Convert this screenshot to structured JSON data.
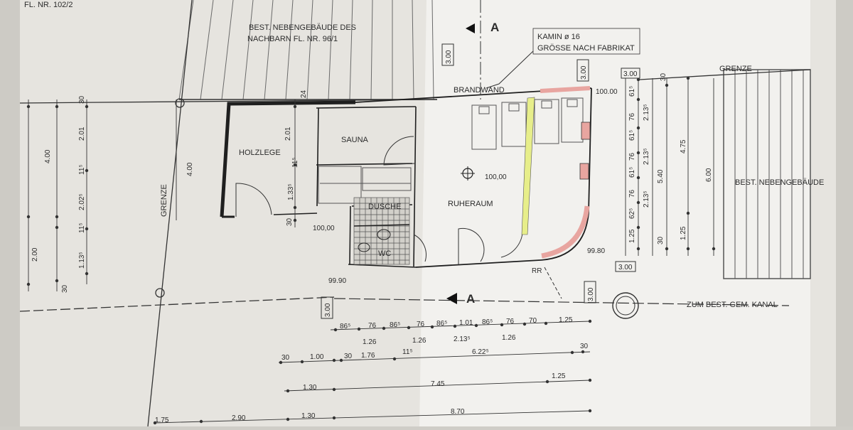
{
  "parcel_label": "FL. NR. 102/2",
  "neighbor_building": [
    "BEST. NEBENGEBÄUDE DES",
    "NACHBARN FL. NR. 96/1"
  ],
  "existing_building": "BEST. NEBENGEBÄUDE",
  "boundary": "GRENZE",
  "firewall": "BRANDWAND",
  "chimney": [
    "KAMIN ø 16",
    "GRÖSSE NACH FABRIKAT"
  ],
  "rooms": {
    "holzlege": "HOLZLEGE",
    "sauna": "SAUNA",
    "dusche": "DUSCHE",
    "wc": "WC",
    "ruheraum": "RUHERAUM"
  },
  "section_mark": "A",
  "canal": "ZUM BEST. GEM. KANAL",
  "rr": "RR",
  "levels": {
    "main": "100,00",
    "ne_corner": "100.00",
    "left": "100,00",
    "se_corner": "99.80",
    "sw_corner": "99.90",
    "fall": "3.00"
  },
  "dims_left": [
    "4.00",
    "2.01",
    "30",
    "11⁵",
    "2.02⁵",
    "11⁵",
    "1.13⁵",
    "2.00",
    "30"
  ],
  "dims_inner_left": [
    "4.00",
    "2.01",
    "24",
    "11⁵",
    "1.33⁵",
    "30"
  ],
  "dims_right_a": [
    "30",
    "61⁵",
    "76",
    "61⁵",
    "76",
    "61⁵",
    "76",
    "62⁵",
    "1.25"
  ],
  "dims_right_b": [
    "2.13⁵",
    "2.13⁵",
    "2.13⁵"
  ],
  "dims_right_c": [
    "5.40",
    "30"
  ],
  "dims_right_d": [
    "4.75",
    "1.25"
  ],
  "dims_right_e": "6.00",
  "dims_bottom_row1": [
    "86⁵",
    "76",
    "86⁵",
    "76",
    "86⁵",
    "1.01",
    "86⁵",
    "76",
    "70",
    "1.25"
  ],
  "dims_bottom_row2": [
    "1.26",
    "1.26",
    "2.13⁵",
    "1.26"
  ],
  "dims_bottom_row3": [
    "30",
    "1.00",
    "30",
    "1.76",
    "11⁵",
    "6.22⁵",
    "30"
  ],
  "dims_bottom_row4": [
    "1.30",
    "7.45",
    "1.25"
  ],
  "dims_bottom_row5": [
    "1.75",
    "2.90",
    "1.30",
    "8.70"
  ]
}
